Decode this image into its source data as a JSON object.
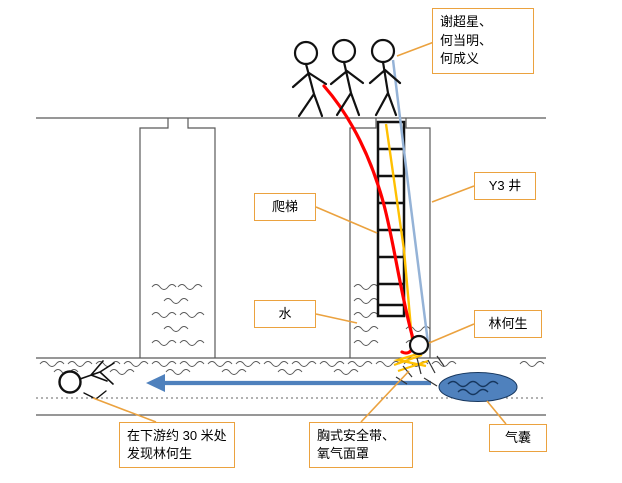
{
  "diagram": {
    "labels": {
      "rescuers": "谢超星、\n何当明、\n何成义",
      "well": "Y3 井",
      "ladder": "爬梯",
      "water": "水",
      "victim": "林何生",
      "airbag": "气囊",
      "harness": "胸式安全带、\n氧气面罩",
      "found": "在下游约 30 米处\n发现林何生"
    },
    "colors": {
      "callout_border": "#EBA23F",
      "rope_red": "#FF0000",
      "rope_yellow": "#FFC000",
      "rope_blue": "#95B3D7",
      "arrow_blue": "#4F81BD",
      "airbag_fill": "#4F81BD",
      "airbag_wave": "#17375E",
      "structure_line": "#595959",
      "figure_line": "#111111"
    }
  }
}
